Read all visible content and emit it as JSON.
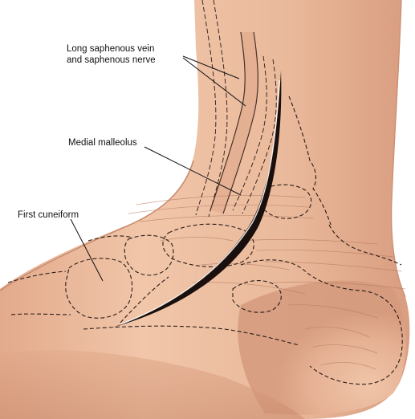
{
  "labels": {
    "saphenous_line1": "Long saphenous vein",
    "saphenous_line2": "and saphenous nerve",
    "medial_malleolus": "Medial malleolus",
    "first_cuneiform": "First cuneiform"
  },
  "colors": {
    "skin_light": "#f2c9ad",
    "skin_mid": "#e2a88a",
    "skin_shadow": "#c98a6d",
    "crease": "#b57a62",
    "outline": "#2a1c17"
  }
}
